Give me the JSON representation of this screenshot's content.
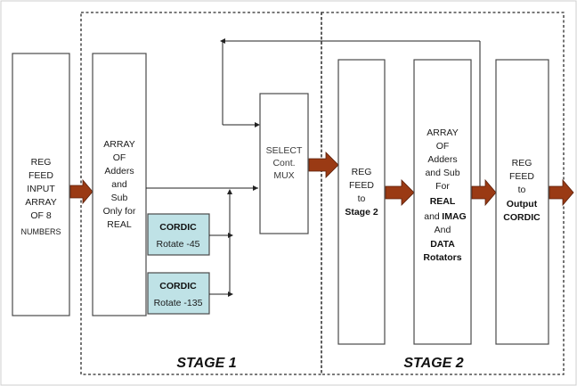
{
  "diagram": {
    "stage1_label": "STAGE 1",
    "stage2_label": "STAGE 2",
    "input_block": [
      "REG",
      "FEED",
      "INPUT",
      "ARRAY",
      "OF 8",
      "NUMBERS"
    ],
    "adders_block": [
      "ARRAY",
      "OF",
      "Adders",
      "and",
      "Sub",
      "Only for",
      "REAL"
    ],
    "cordic1": {
      "title": "CORDIC",
      "sub": "Rotate -45"
    },
    "cordic2": {
      "title": "CORDIC",
      "sub": "Rotate -135"
    },
    "mux_block": [
      "SELECT",
      "Cont.",
      "MUX"
    ],
    "reg_stage2": {
      "lines": [
        "REG",
        "FEED",
        "to"
      ],
      "bold": "Stage 2"
    },
    "adders2_block": {
      "lines": [
        "ARRAY",
        "OF",
        "Adders",
        "and Sub",
        "For"
      ],
      "bold_real": "REAL",
      "and_text": "and",
      "bold_imag": "IMAG",
      "and2": "And",
      "bold_data": "DATA",
      "bold_rot": "Rotators"
    },
    "reg_output": {
      "lines": [
        "REG",
        "FEED",
        "to"
      ],
      "bold1": "Output",
      "bold2": "CORDIC"
    }
  }
}
